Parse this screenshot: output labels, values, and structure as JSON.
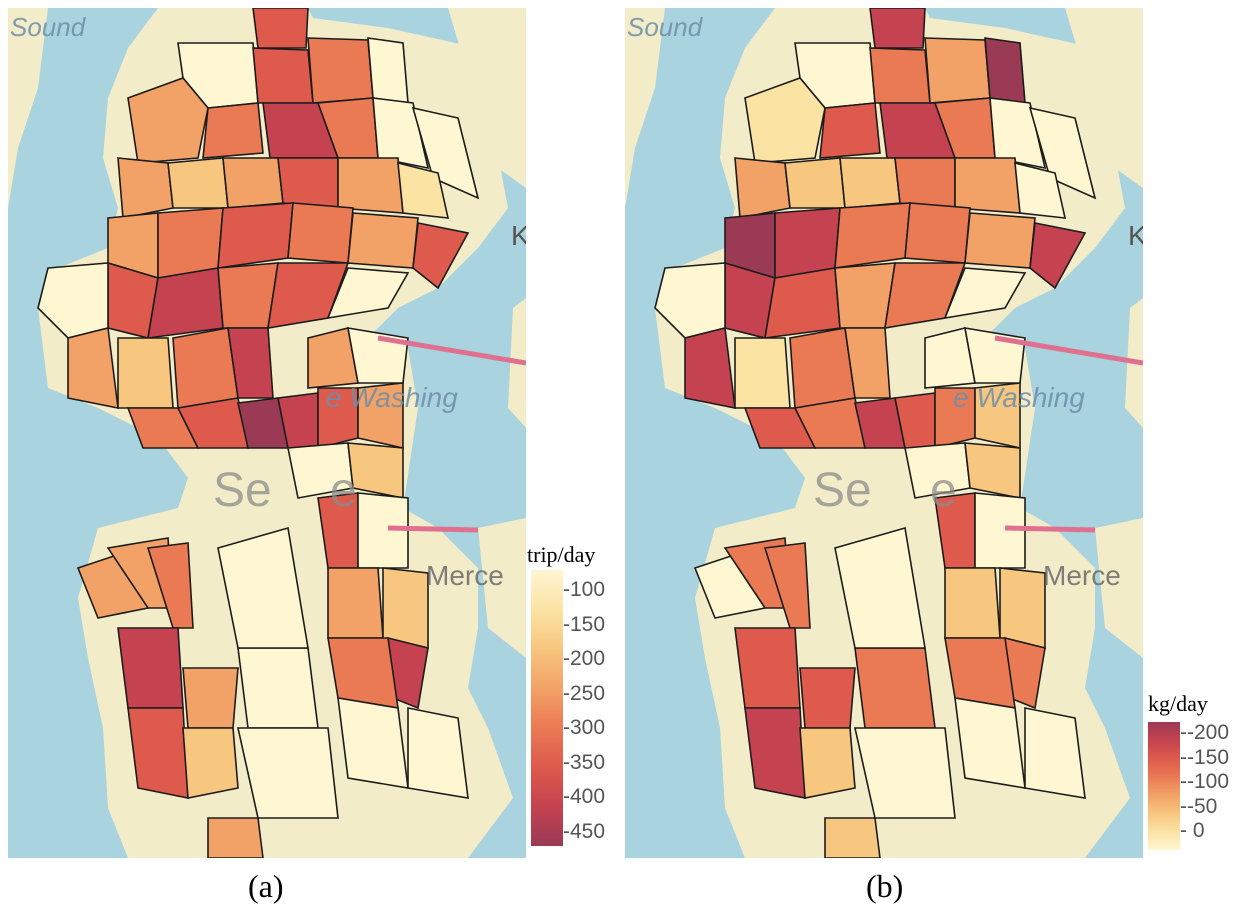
{
  "panels": [
    {
      "caption": "(a)",
      "legend_title": "trip/day",
      "legend_ticks": [
        "100",
        "150",
        "200",
        "250",
        "300",
        "350",
        "400",
        "450"
      ],
      "legend_direction": "light-top-to-dark-bottom",
      "labels": {
        "water": "Sound",
        "city": "Se",
        "city_tail": "e",
        "lake": "e Washing",
        "island": "Merce",
        "edge": "K"
      }
    },
    {
      "caption": "(b)",
      "legend_title": "kg/day",
      "legend_ticks": [
        "-200",
        "-150",
        "-100",
        "-50",
        "0"
      ],
      "legend_direction": "dark-top-to-light-bottom",
      "labels": {
        "water": "Sound",
        "city": "Se",
        "city_tail": "e",
        "lake": "e Washing",
        "island": "Merce",
        "edge": "K"
      }
    }
  ],
  "colors": {
    "water": "#a9d3df",
    "land": "#f3ecc9",
    "scale": [
      "#fff6d2",
      "#fbe3a4",
      "#f7c67f",
      "#f2a266",
      "#ea7a54",
      "#dd5a4c",
      "#c54350",
      "#9a3a55"
    ],
    "bridge": "#e07090",
    "outline": "#1c1c1c"
  }
}
